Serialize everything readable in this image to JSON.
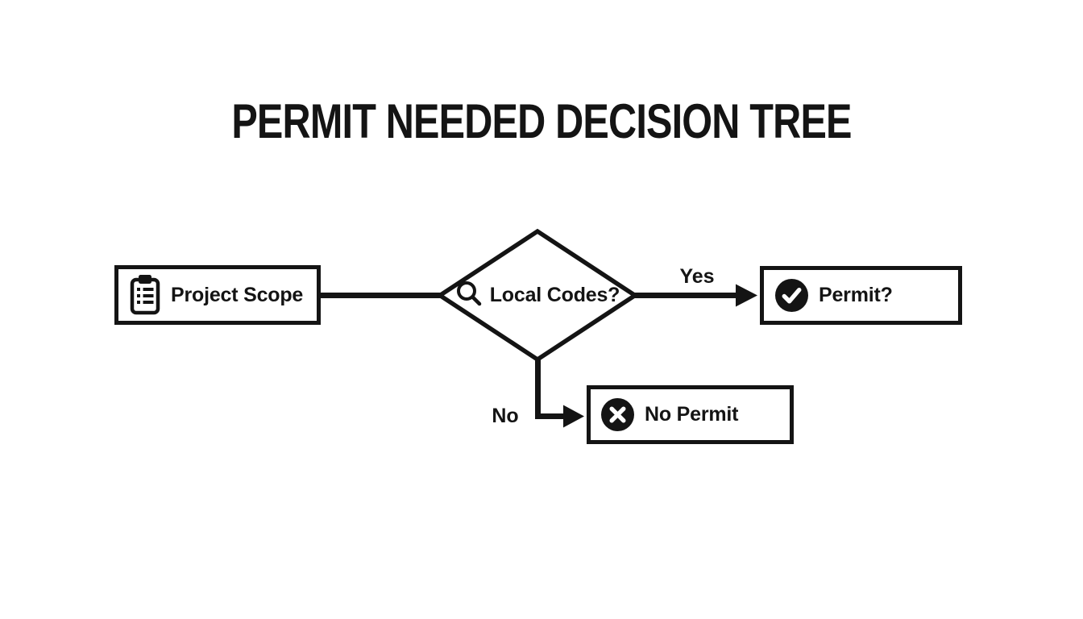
{
  "title": "PERMIT NEEDED DECISION TREE",
  "colors": {
    "ink": "#141414",
    "background": "#ffffff"
  },
  "flowchart": {
    "nodes": {
      "project_scope": {
        "label": "Project Scope",
        "icon": "clipboard-icon",
        "shape": "rectangle"
      },
      "local_codes": {
        "label": "Local Codes?",
        "icon": "search-icon",
        "shape": "diamond"
      },
      "permit": {
        "label": "Permit?",
        "icon": "check-circle-icon",
        "shape": "rectangle"
      },
      "no_permit": {
        "label": "No Permit",
        "icon": "x-circle-icon",
        "shape": "rectangle"
      }
    },
    "edges": [
      {
        "from": "project_scope",
        "to": "local_codes",
        "label": ""
      },
      {
        "from": "local_codes",
        "to": "permit",
        "label": "Yes"
      },
      {
        "from": "local_codes",
        "to": "no_permit",
        "label": "No"
      }
    ]
  }
}
